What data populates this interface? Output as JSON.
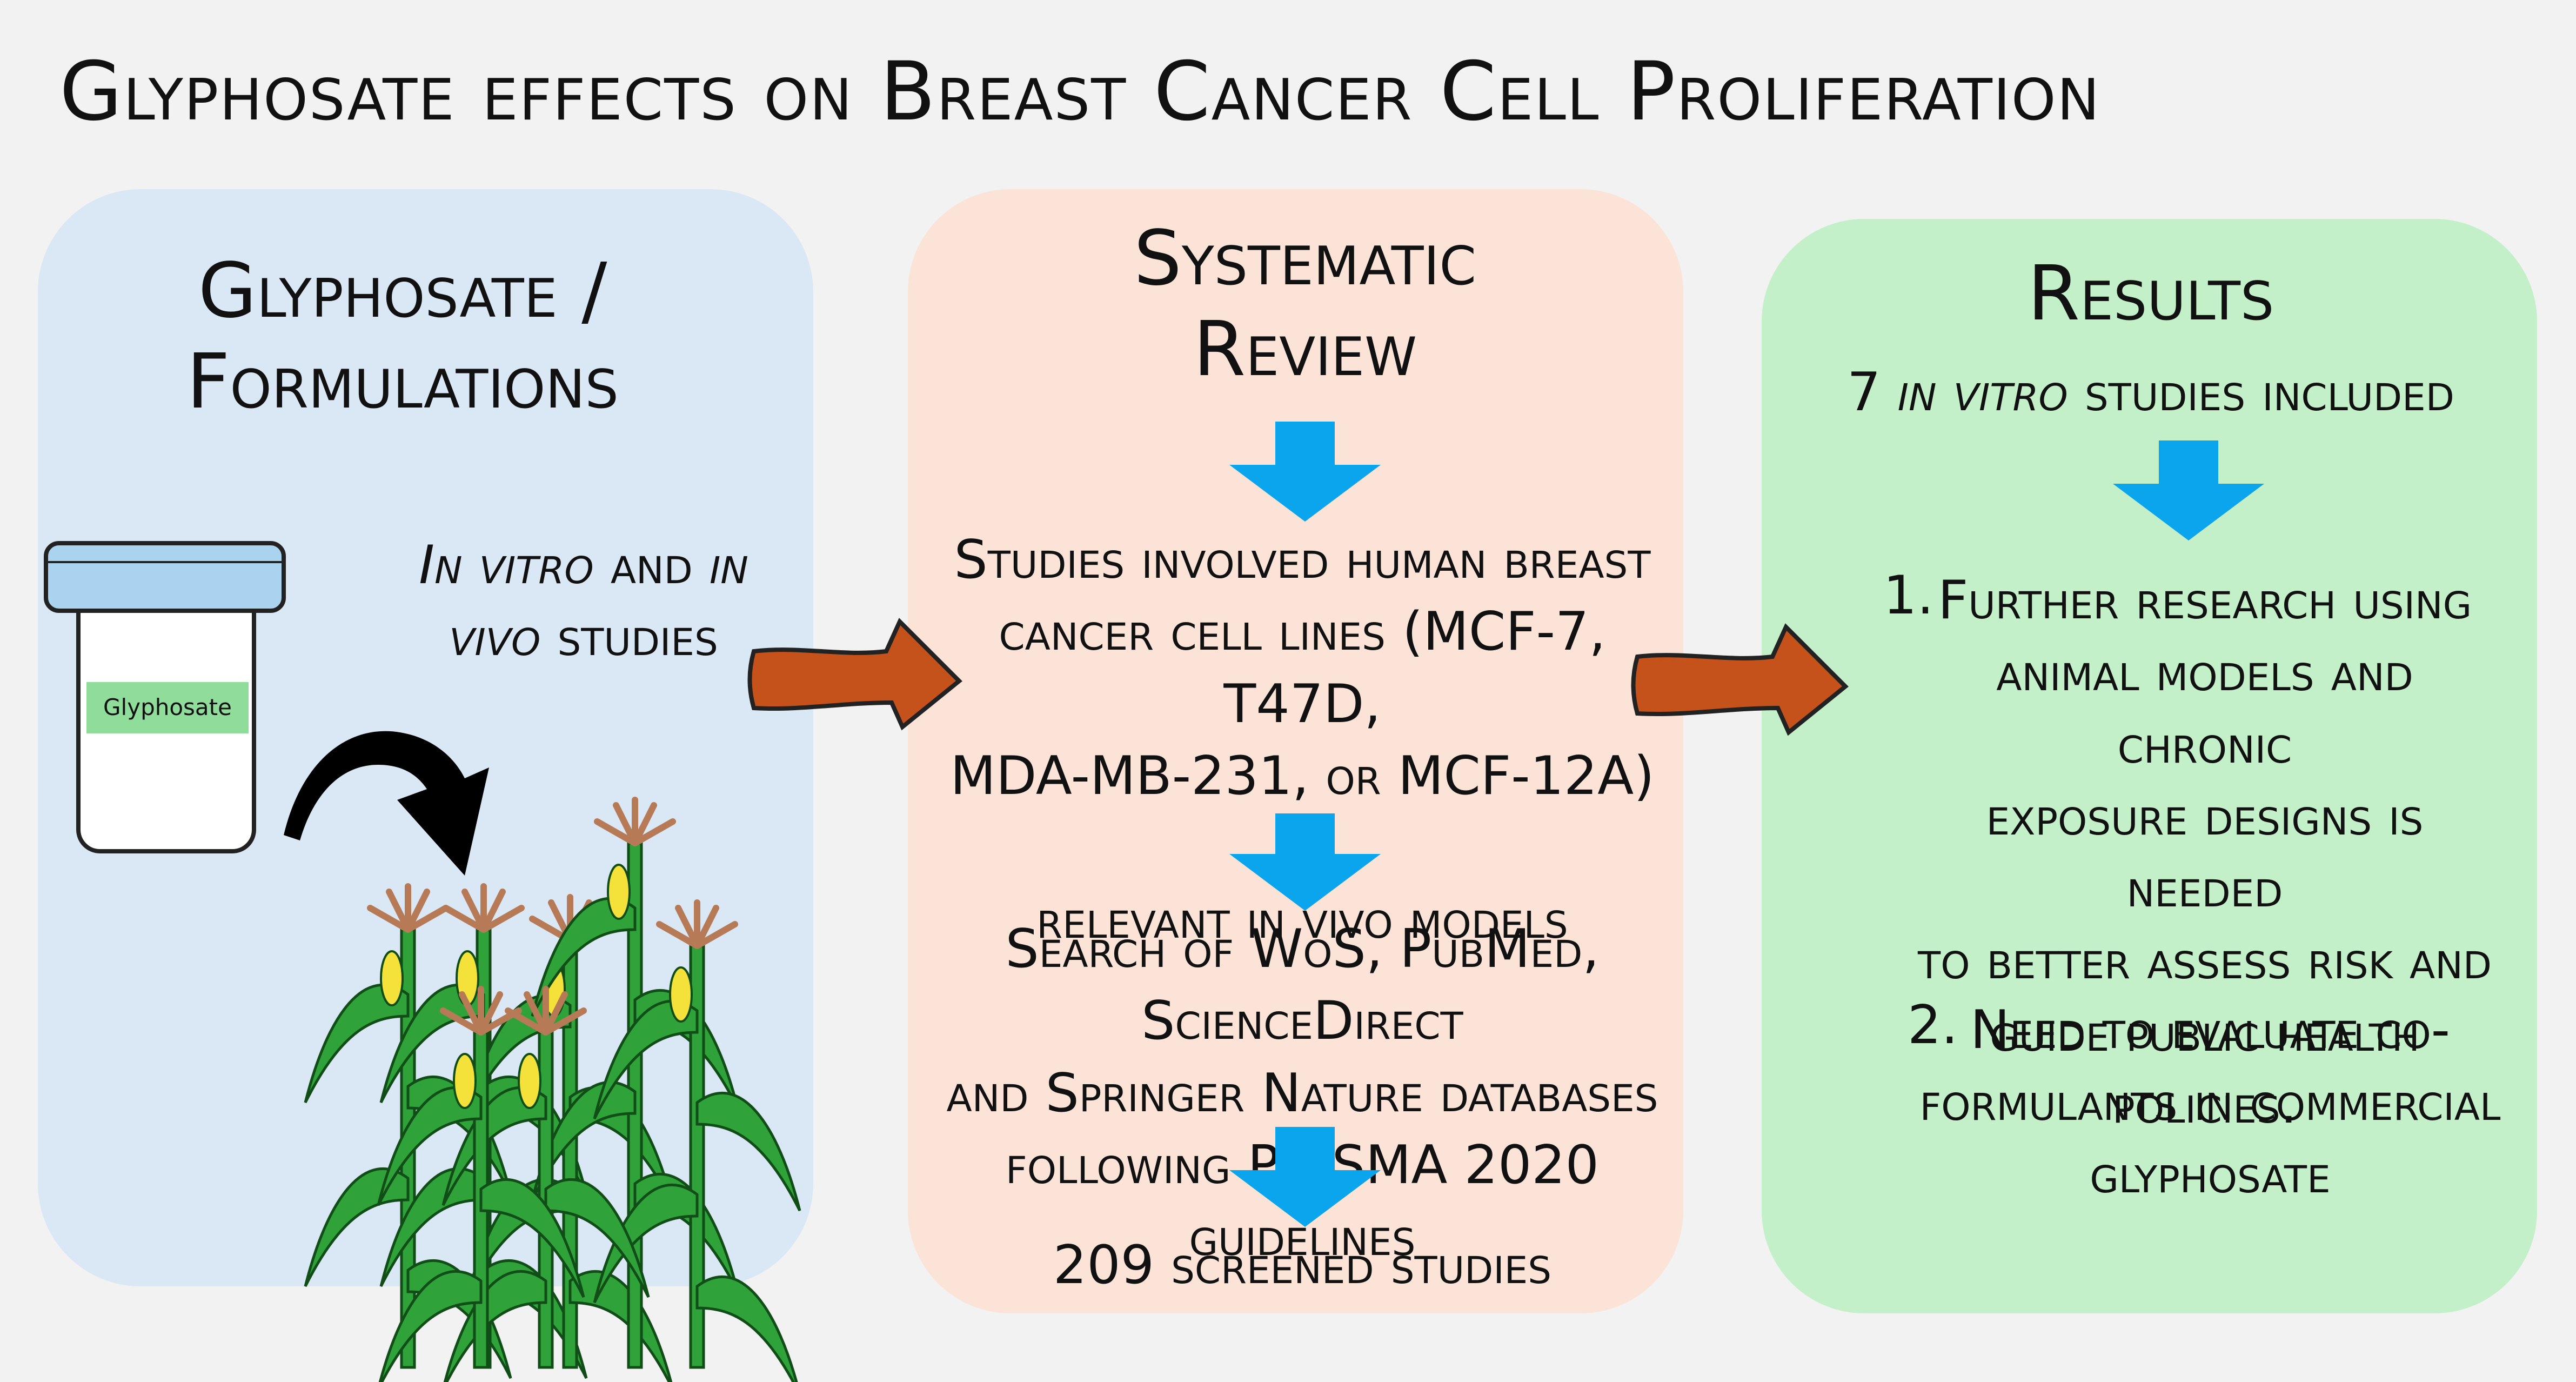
{
  "title": "Glyphosate effects on Breast Cancer Cell Proliferation",
  "left_panel": {
    "heading_line1": "Glyphosate /",
    "heading_line2": "Formulations",
    "jar_label": "Glyphosate",
    "studies_italic_1": "In vitro",
    "studies_and": " and ",
    "studies_italic_2": "in vivo",
    "studies_suffix": " studies"
  },
  "middle_panel": {
    "heading_line1": "Systematic",
    "heading_line2": "Review",
    "step1_line1": "Studies involved human breast",
    "step1_line2": "cancer cell lines (MCF-7, T47D,",
    "step1_line3": "MDA-MB-231, or MCF-12A) or",
    "step1_line4": "relevant in vivo models",
    "step2_line1": "Search of WoS, PubMed, ScienceDirect",
    "step2_line2": "and Springer Nature databases",
    "step2_line3": "following PRISMA 2020 guidelines",
    "step3": "209 screened studies"
  },
  "right_panel": {
    "heading": "Results",
    "included_number": "7 ",
    "included_italic": "in vitro",
    "included_suffix": " studies included",
    "item1_number": "1.",
    "item1_line1": "Further research using",
    "item1_line2": "animal models and chronic",
    "item1_line3": "exposure designs is needed",
    "item1_line4": "to better assess risk and",
    "item1_line5": "guide public health policies.",
    "item2_number": "2.",
    "item2_line1": "Need to evaluate co-",
    "item2_line2": "formulants in commercial",
    "item2_line3": "glyphosate"
  },
  "colors": {
    "panel_blue": "#dae8f5",
    "panel_orange": "#fbe3d7",
    "panel_green": "#c3f0c8",
    "down_arrow": "#0aa5ec",
    "right_arrow": "#c4521a",
    "jar_lid": "#a9d3ef",
    "jar_label": "#8fdc9b",
    "corn_stalk": "#2fa23a",
    "corn_ear": "#f4e23a",
    "tassel": "#b77a56"
  }
}
